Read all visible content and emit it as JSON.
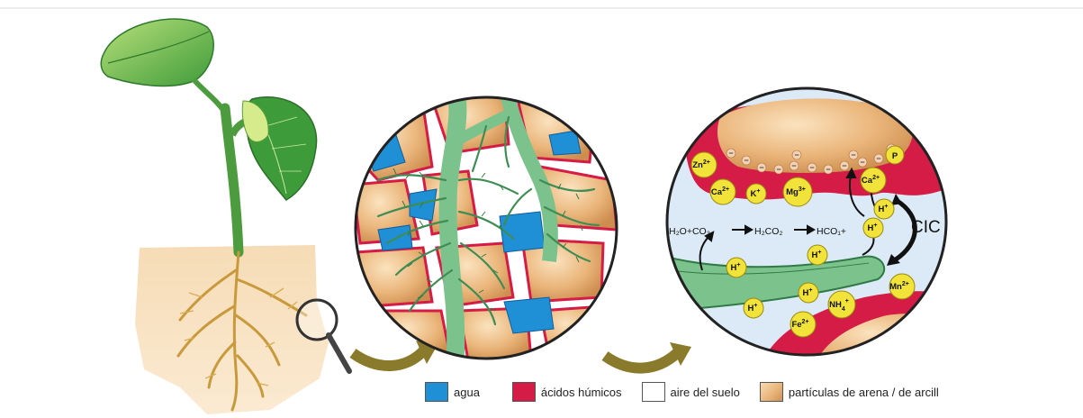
{
  "legend": {
    "water": "agua",
    "humic": "ácidos húmicos",
    "air": "aire del suelo",
    "particles": "partículas de arena / de arcill"
  },
  "reaction": {
    "h2o_co3": "H₂O+CO₃",
    "h2co2": "H₂CO₂",
    "hco1": "HCO₁+"
  },
  "cic_label": "CIC",
  "ions": {
    "zn": "Zn",
    "zn_charge": "2+",
    "ca_top": "Ca",
    "ca_top_charge": "2+",
    "k": "K",
    "k_charge": "+",
    "mg": "Mg",
    "mg_charge": "3+",
    "p": "P",
    "ca_right": "Ca",
    "ca_right_charge": "2+",
    "h": "H",
    "h_charge": "+",
    "mn": "Mn",
    "mn_charge": "2+",
    "nh4": "NH",
    "nh4_sub": "4",
    "nh4_charge": "+",
    "fe": "Fe",
    "fe_charge": "2+"
  },
  "colors": {
    "water": "#1f8fd6",
    "humic": "#d41c46",
    "root": "#7cc28d",
    "sand": "#e7b277",
    "arrow": "#8a7a2b"
  }
}
